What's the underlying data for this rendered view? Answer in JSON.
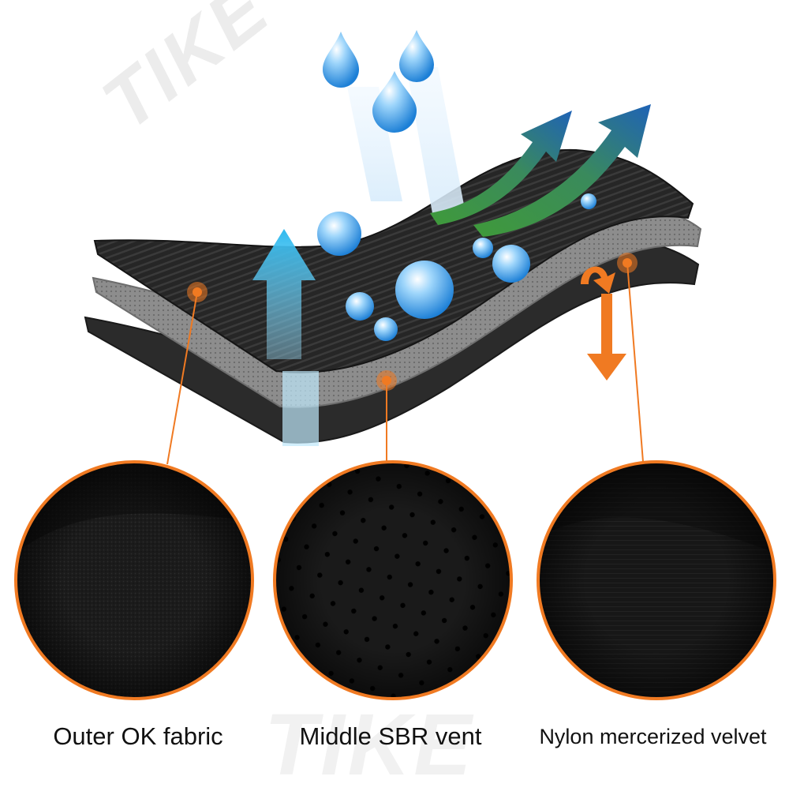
{
  "watermark": "TIKE",
  "layers": [
    {
      "id": "outer",
      "label": "Outer OK fabric"
    },
    {
      "id": "middle",
      "label": "Middle SBR vent"
    },
    {
      "id": "inner",
      "label": "Nylon mercerized velvet"
    }
  ],
  "colors": {
    "accent": "#f07a22",
    "water": "#3aa0e8",
    "arrow_blue": "#1f63b6",
    "arrow_green": "#3f9a3a",
    "fabric_dark": "#2a2a2a",
    "fabric_mid": "#8a8a8a",
    "arrow_cyan": "#2fb9ee"
  }
}
